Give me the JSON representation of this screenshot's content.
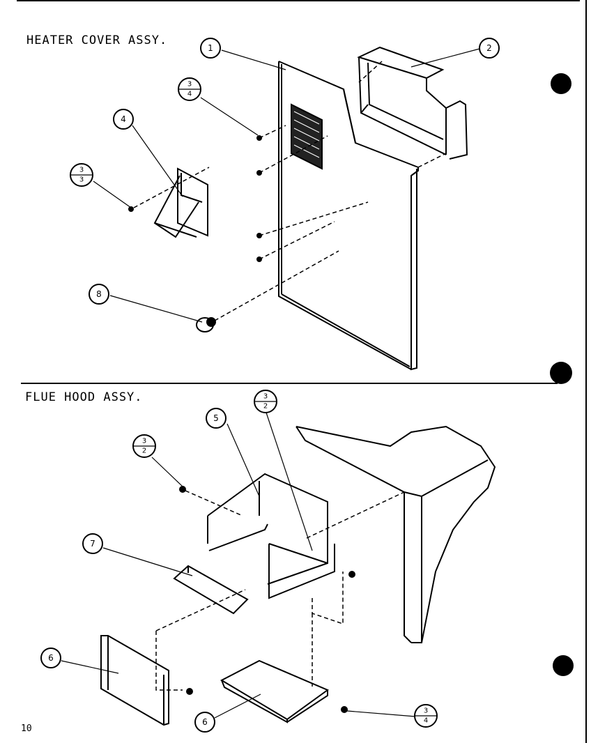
{
  "sections": {
    "heater_cover": {
      "title": "HEATER COVER ASSY."
    },
    "flue_hood": {
      "title": "FLUE HOOD ASSY."
    }
  },
  "callouts": {
    "c1": "1",
    "c2": "2",
    "c4": "4",
    "c8": "8",
    "c5": "5",
    "c7": "7",
    "c6a": "6",
    "c6b": "6",
    "f34_top": {
      "num": "3",
      "den": "4"
    },
    "f33": {
      "num": "3",
      "den": "3"
    },
    "f32_right": {
      "num": "3",
      "den": "2"
    },
    "f32_left": {
      "num": "3",
      "den": "2"
    },
    "f34_bottom": {
      "num": "3",
      "den": "4"
    }
  },
  "footer": {
    "page_number": "10"
  }
}
